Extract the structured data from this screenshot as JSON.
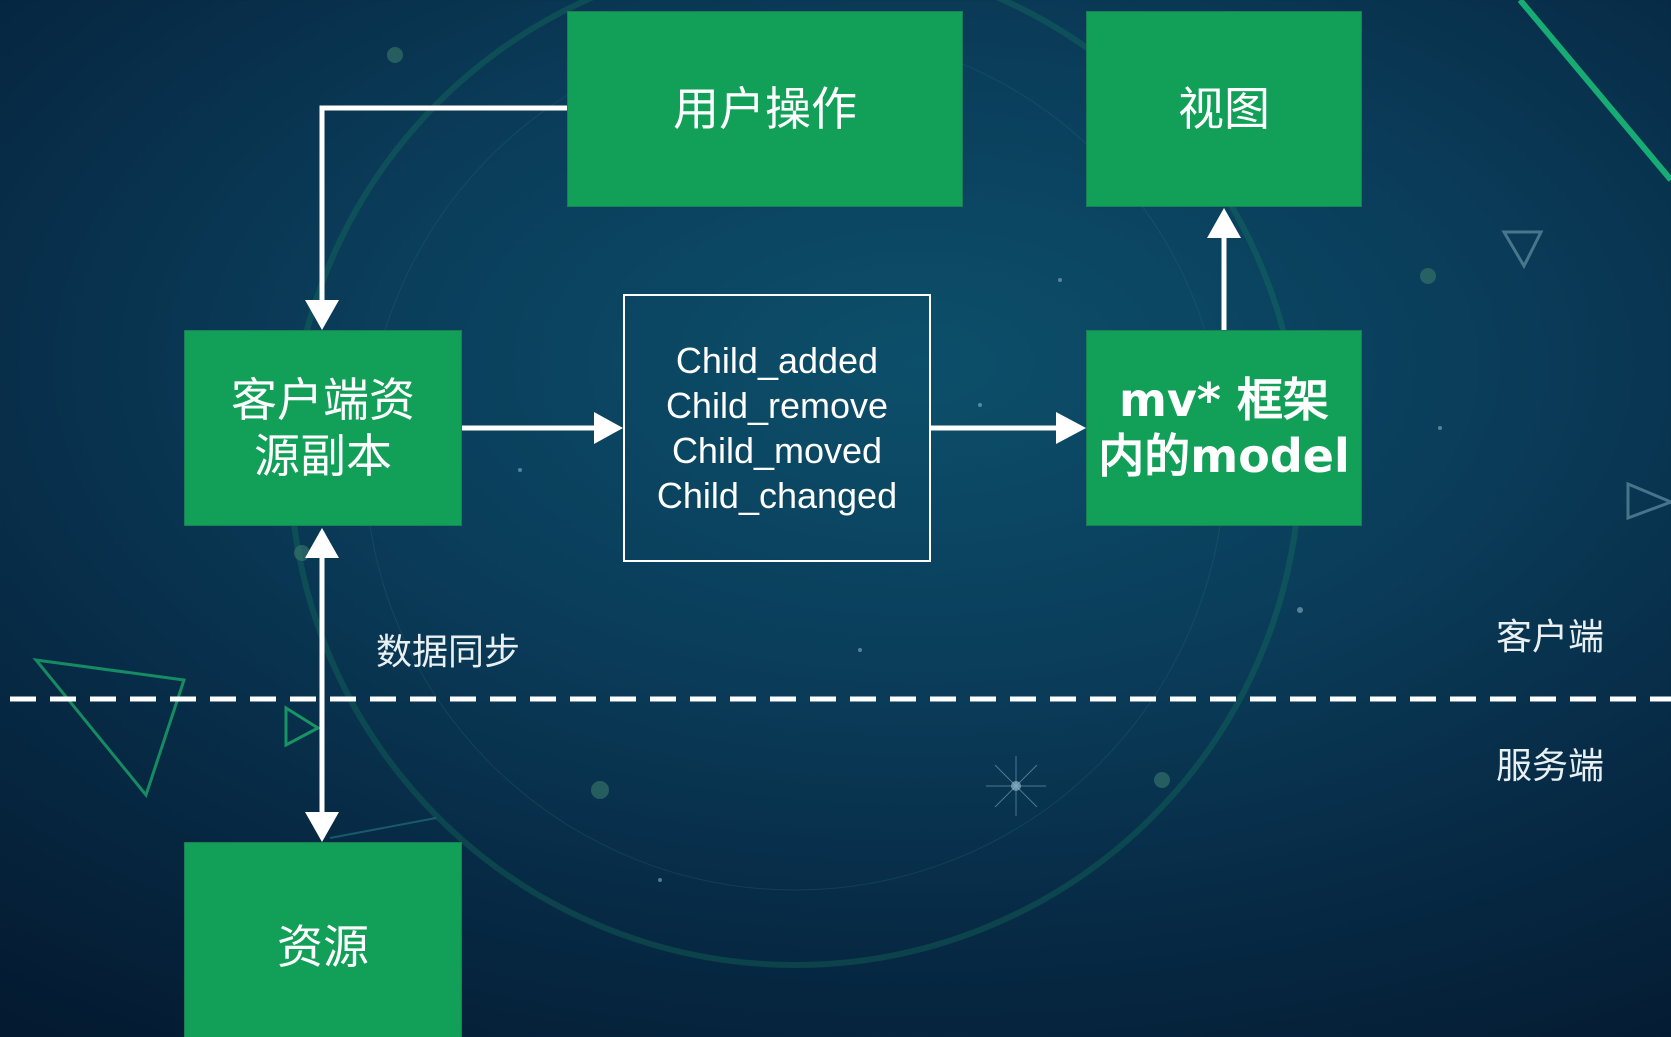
{
  "boxes": {
    "user_action": "用户操作",
    "view": "视图",
    "client_copy": [
      "客户端资",
      "源副本"
    ],
    "framework_model": [
      "mv* 框架",
      "内的model"
    ],
    "resource": "资源"
  },
  "events": [
    "Child_added",
    "Child_remove",
    "Child_moved",
    "Child_changed"
  ],
  "labels": {
    "sync": "数据同步",
    "client_side": "客户端",
    "server_side": "服务端"
  },
  "colors": {
    "box_fill": "#12a058",
    "arrow": "#ffffff",
    "background": "#0a3d5a"
  }
}
